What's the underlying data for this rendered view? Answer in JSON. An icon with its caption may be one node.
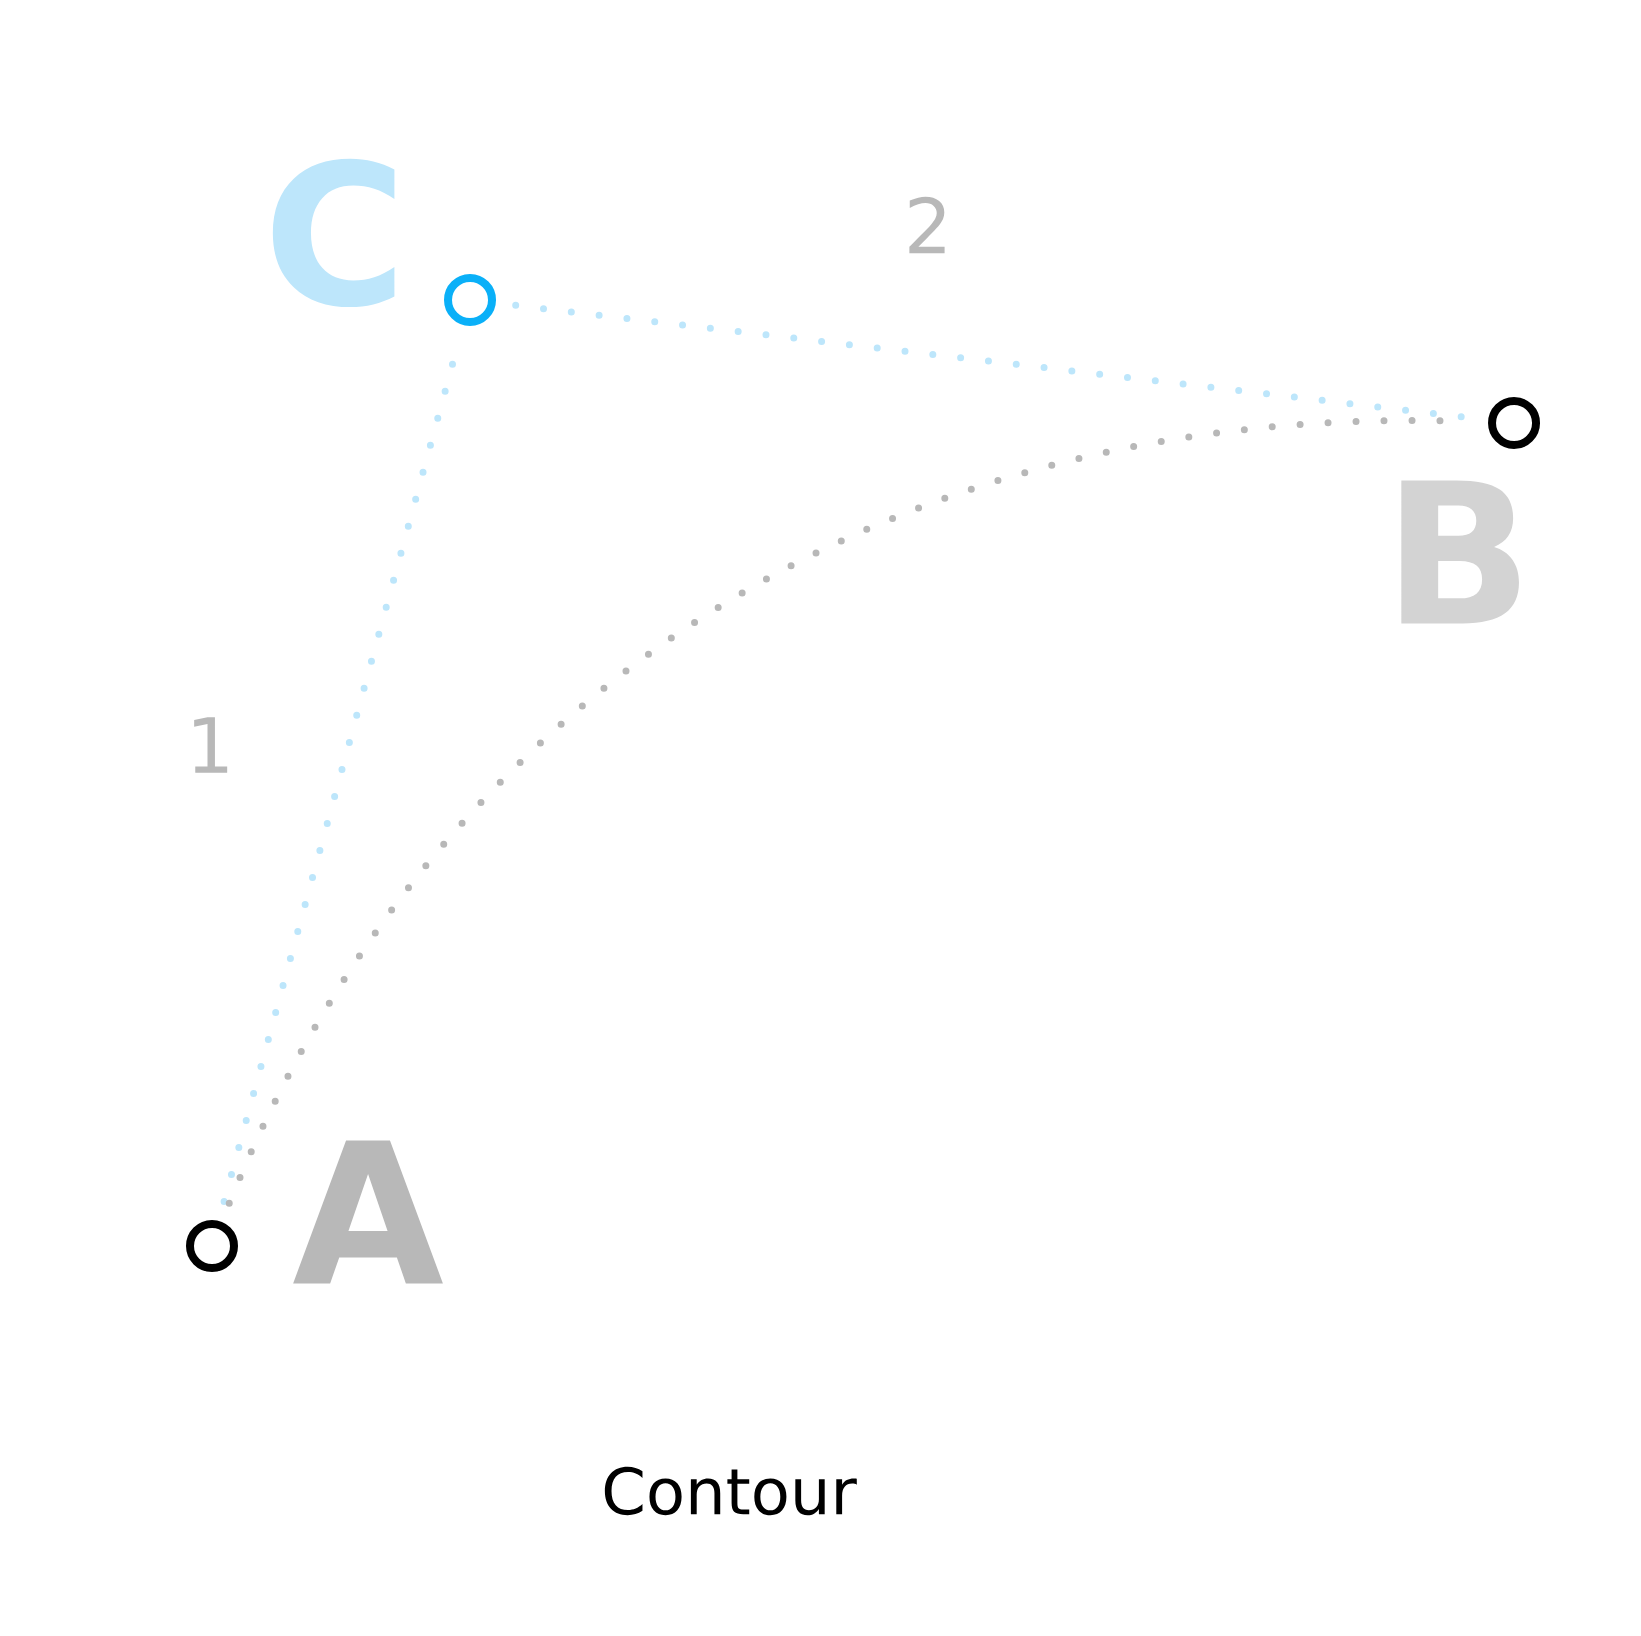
{
  "diagram": {
    "caption": "Contour",
    "nodes": [
      {
        "text": [],
        "shape": "circle",
        "beside": [
          "A"
        ]
      },
      {
        "text": [],
        "shape": "circle",
        "beside": [
          "B"
        ]
      },
      {
        "text": [],
        "shape": "circle",
        "beside": [
          "C"
        ]
      }
    ],
    "edges": [
      {
        "from": 0,
        "to": 2,
        "arrow": "none"
      },
      {
        "from": 2,
        "to": 1,
        "arrow": "none"
      },
      {
        "from": 0,
        "to": 1,
        "arrow": "none",
        "color": "#b8b8b8"
      }
    ],
    "labels": [
      "1",
      "2"
    ]
  }
}
